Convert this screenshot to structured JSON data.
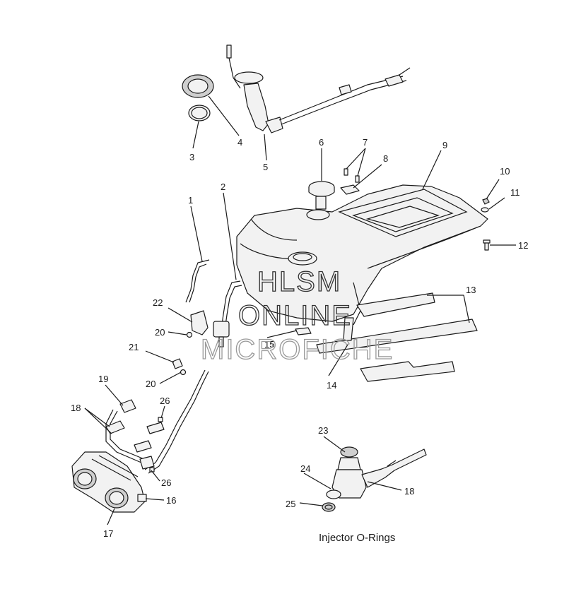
{
  "callouts": [
    "1",
    "2",
    "3",
    "4",
    "5",
    "6",
    "7",
    "8",
    "9",
    "10",
    "11",
    "12",
    "13",
    "14",
    "15",
    "16",
    "17",
    "18",
    "18",
    "19",
    "20",
    "20",
    "21",
    "22",
    "23",
    "24",
    "25",
    "26",
    "26"
  ],
  "caption": "Injector O-Rings",
  "watermark": {
    "line1": "HLSM",
    "line2": "ONLINE",
    "line3": "MICROFICHE"
  }
}
